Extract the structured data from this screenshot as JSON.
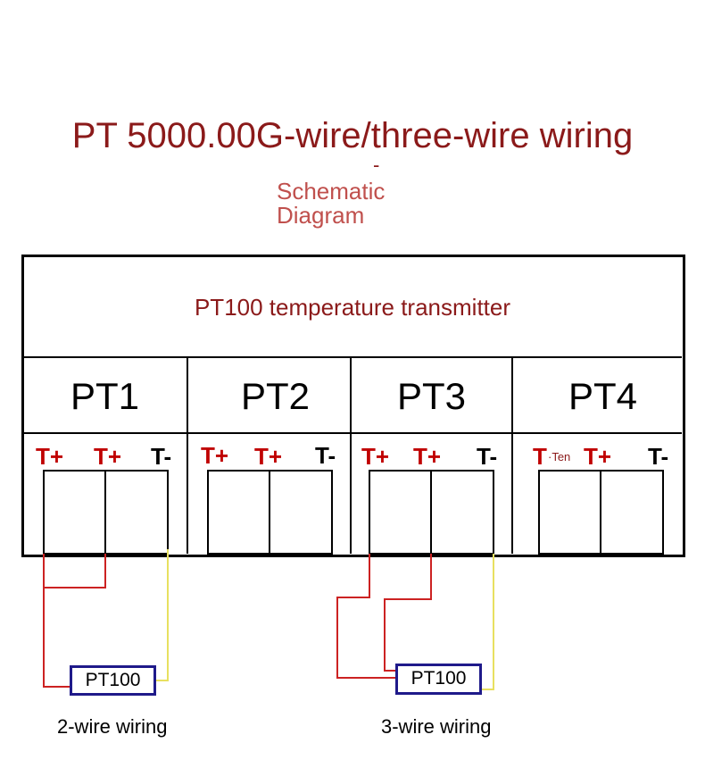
{
  "title": "PT 5000.00G-wire/three-wire wiring",
  "title_dash": "-",
  "subtitle_line1": "Schematic",
  "subtitle_line2": "Diagram",
  "device_title": "PT100 temperature transmitter",
  "channels": [
    {
      "label": "PT1",
      "terminals": [
        "T+",
        "T+",
        "T-"
      ]
    },
    {
      "label": "PT2",
      "terminals": [
        "T+",
        "T+",
        "T-"
      ]
    },
    {
      "label": "PT3",
      "terminals": [
        "T+",
        "T+",
        "T-"
      ]
    },
    {
      "label": "PT4",
      "terminals": [
        "T",
        "·Ten",
        "T+",
        "T-"
      ]
    }
  ],
  "sensor_left": "PT100",
  "sensor_right": "PT100",
  "caption_left": "2-wire wiring",
  "caption_right": "3-wire wiring",
  "colors": {
    "title": "#8b1a1a",
    "subtitle": "#c0504d",
    "red_wire": "#cc2222",
    "yellow_wire": "#e8e060",
    "sensor_border": "#1f1a8a"
  }
}
